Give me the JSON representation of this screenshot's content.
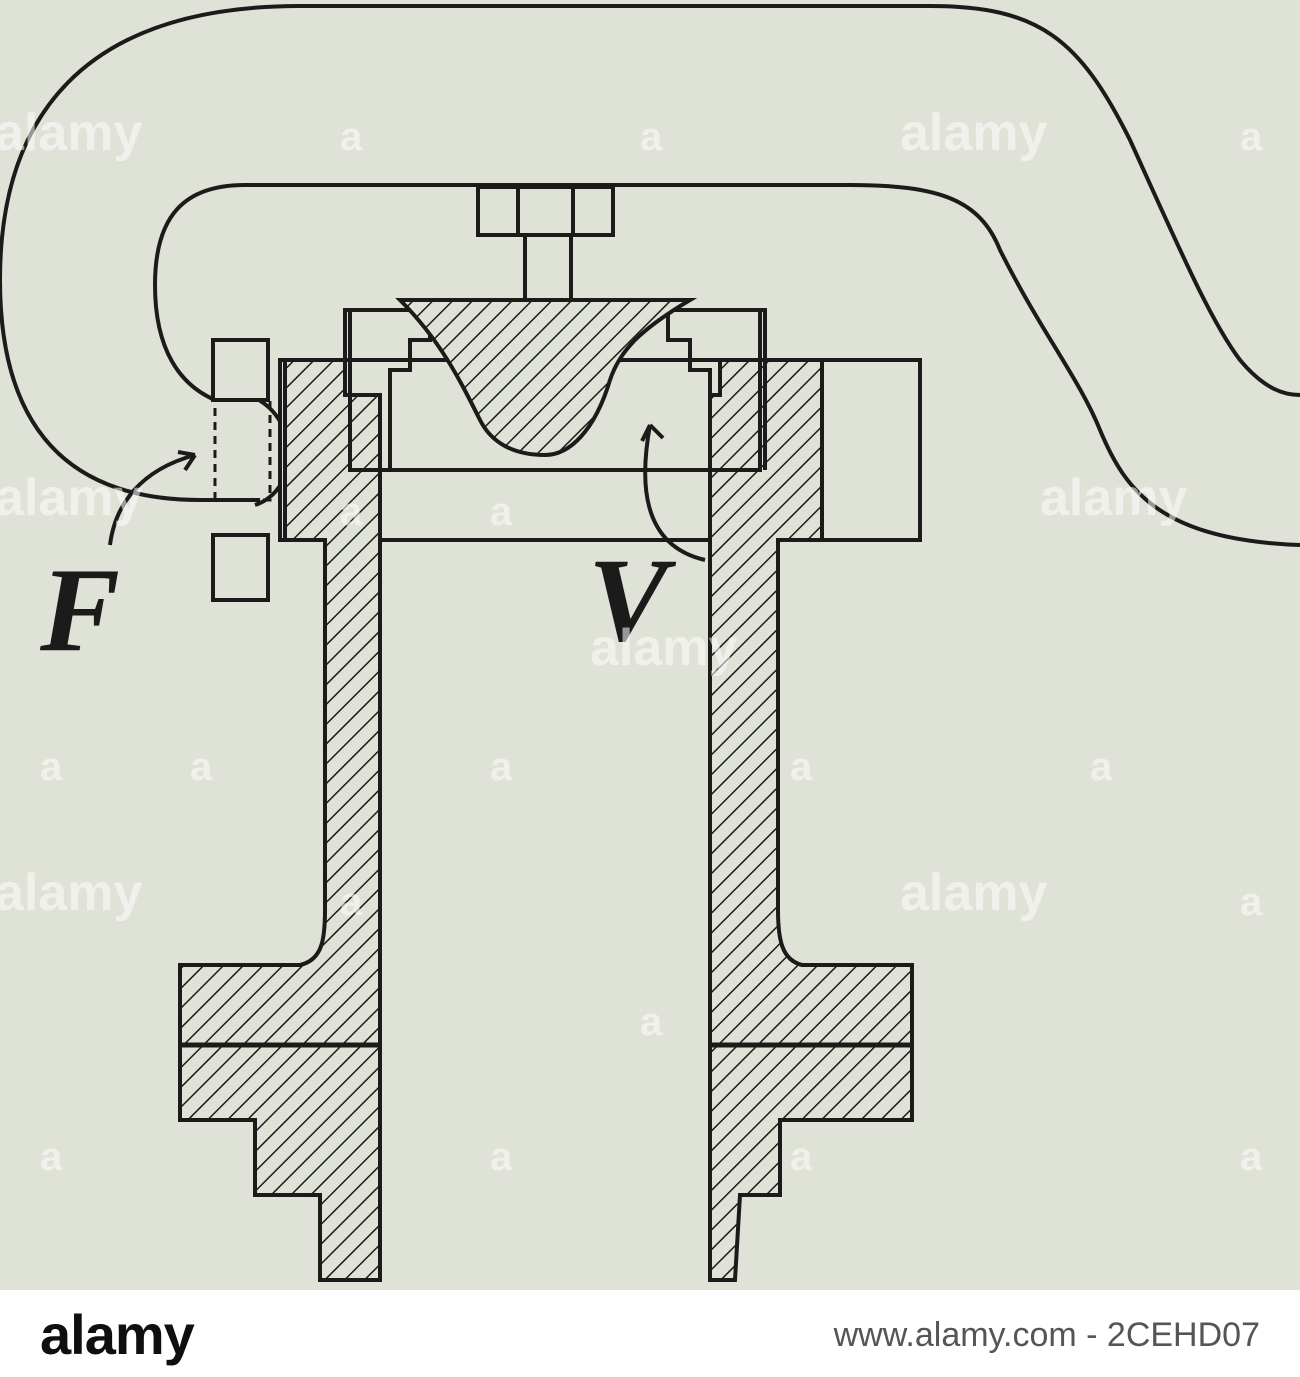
{
  "diagram": {
    "labels": {
      "f": "F",
      "v": "V"
    }
  },
  "watermark": {
    "text": "alamy",
    "mark": "a"
  },
  "footer": {
    "logo": "alamy",
    "image_id": "www.alamy.com - 2CEHD07"
  },
  "colors": {
    "background": "#dfe2d6",
    "ink": "#1b1b1b",
    "footer": "#ffffff"
  }
}
